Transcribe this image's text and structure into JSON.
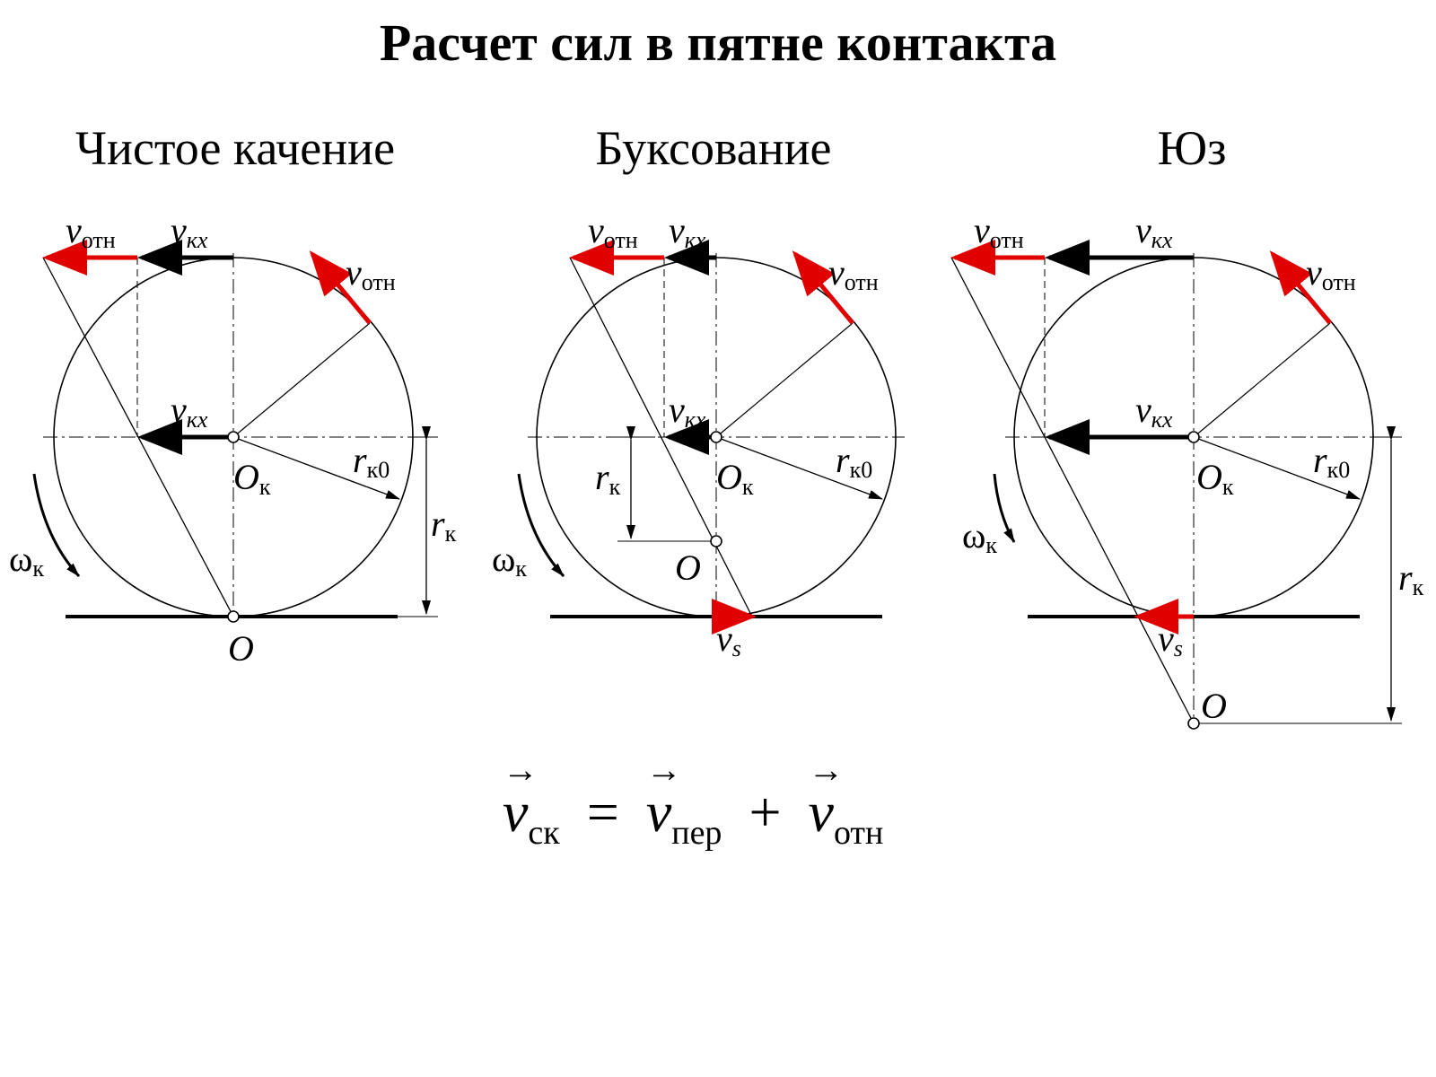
{
  "title": "Расчет сил в пятне контакта",
  "panels": [
    {
      "title": "Чистое качение"
    },
    {
      "title": "Буксование"
    },
    {
      "title": "Юз"
    }
  ],
  "symbols": {
    "v": "v",
    "O": "O",
    "r": "r",
    "omega": "ω",
    "sub_otn": "отн",
    "sub_kx": "кx",
    "sub_k": "к",
    "sub_k0": "к0",
    "sub_s": "s"
  },
  "formula": {
    "v": "v",
    "sub_left": "ск",
    "equals": "=",
    "sub_mid": "пер",
    "plus": "+",
    "sub_right": "отн"
  },
  "colors": {
    "red": "#e00000",
    "black": "#000000"
  }
}
